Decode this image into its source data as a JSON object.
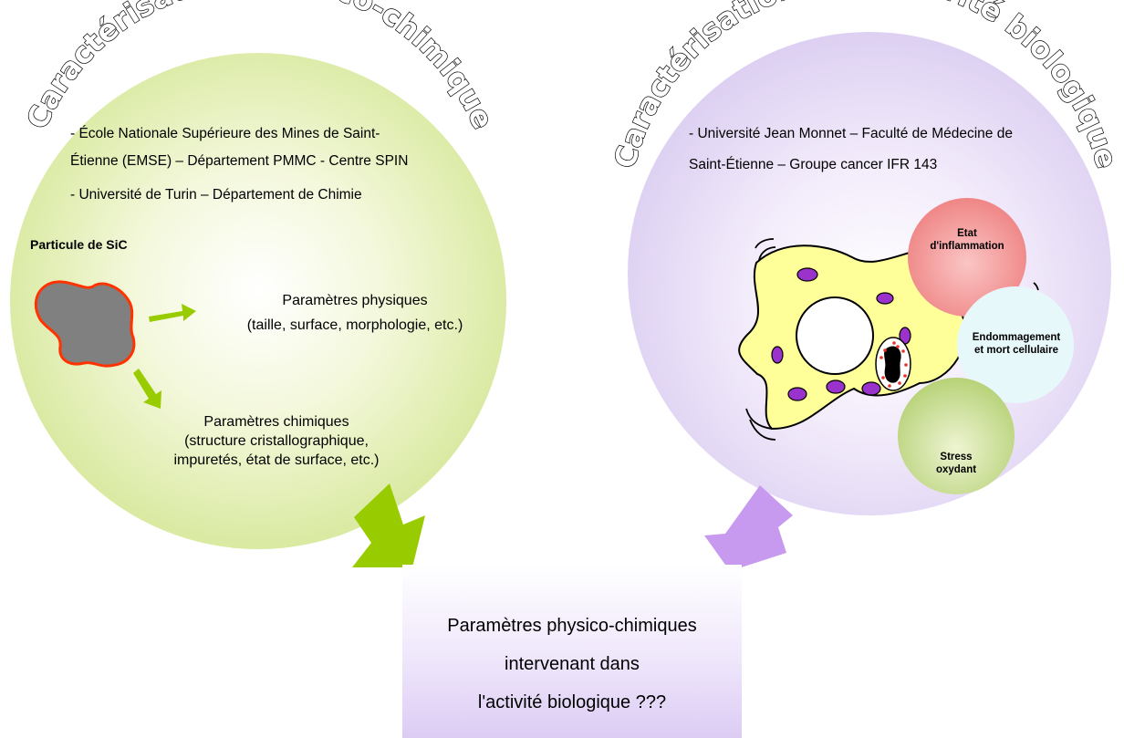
{
  "left_panel": {
    "title": "Caractérisation physico-chimique",
    "institutions": [
      "- École Nationale Supérieure des Mines de Saint-",
      "Étienne (EMSE) – Département PMMC - Centre SPIN",
      "- Université de Turin – Département de Chimie"
    ],
    "particle_label": "Particule de SiC",
    "physical_params": [
      "Paramètres physiques",
      "(taille, surface, morphologie, etc.)"
    ],
    "chemical_params": [
      "Paramètres chimiques",
      "(structure cristallographique,",
      "impuretés, état de surface, etc.)"
    ]
  },
  "right_panel": {
    "title": "Caractérisation de l'activité biologique",
    "institutions": [
      "- Université Jean Monnet – Faculté de Médecine de",
      "Saint-Étienne – Groupe cancer IFR 143"
    ],
    "bubbles": [
      {
        "lines": [
          "Etat",
          "d'inflammation"
        ],
        "color": "#f08a8a"
      },
      {
        "lines": [
          "Endommagement",
          "et mort cellulaire"
        ],
        "color": "#e6f8fa"
      },
      {
        "lines": [
          "Stress",
          "oxydant"
        ],
        "color": "#b4d36e"
      }
    ]
  },
  "conclusion": {
    "lines": [
      "Paramètres physico-chimiques",
      "intervenant dans",
      "l'activité biologique ???"
    ]
  },
  "colors": {
    "green_arrow": "#99cc00",
    "purple_arrow": "#c79af0",
    "particle": "#808080",
    "particle_outline": "#ff3300",
    "cell": "#ffff99",
    "vesicle": "#9933cc"
  }
}
